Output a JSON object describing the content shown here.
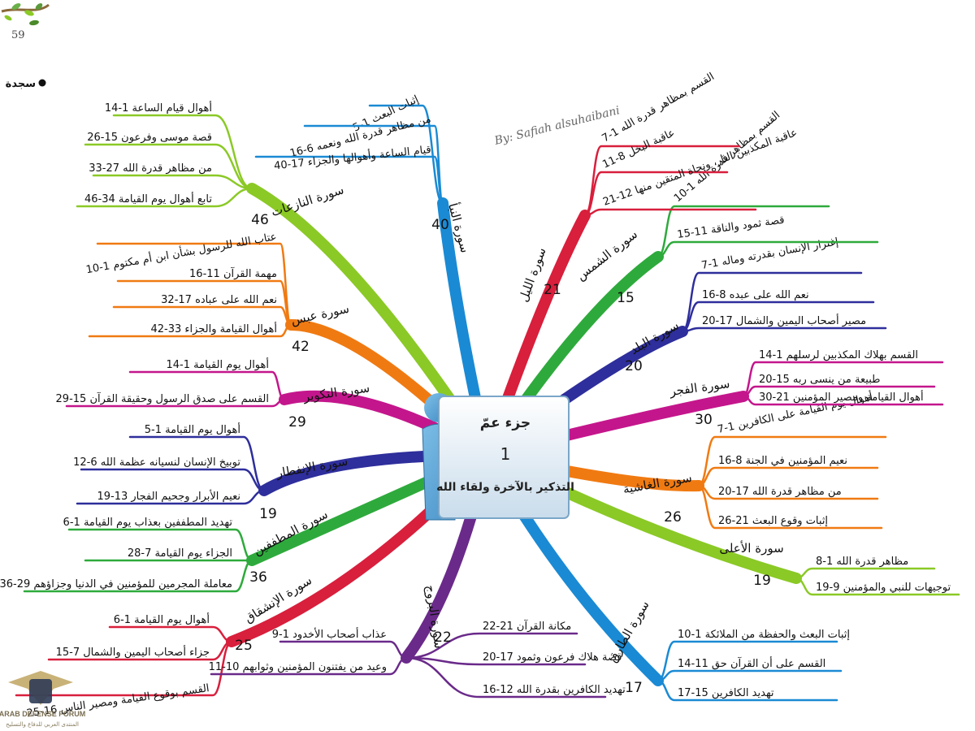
{
  "page_number": "59",
  "sajda_label": "سجدة",
  "author": "By: Safiah alsuhaibani",
  "logo_text": "ARAB DEFENSE FORUM",
  "logo_subtext": "المنتدى العربي للدفاع والتسليح",
  "center": {
    "title": "جزء عمّ",
    "number": "1",
    "subtitle": "التذكير بالآخرة ولقاء الله"
  },
  "branches": [
    {
      "name": "سورة النبأ",
      "number": "40",
      "color": "#1a8ad4",
      "items": [
        "إثبات البعث 1-5",
        "من مظاهر قدرة الله ونعمه 6-16",
        "قيام الساعة وأهوالها والجزاء 17-40"
      ]
    },
    {
      "name": "سورة النازعات",
      "number": "46",
      "color": "#8bc926",
      "items": [
        "أهوال قيام الساعة 1-14",
        "قصة موسى وفرعون 15-26",
        "من مظاهر قدرة الله 27-33",
        "تابع أهوال يوم القيامة 34-46"
      ]
    },
    {
      "name": "سورة عبس",
      "number": "42",
      "color": "#f07a12",
      "items": [
        "عتاب الله للرسول بشأن ابن أم مكتوم 1-10",
        "مهمة القرآن 11-16",
        "نعم الله على عباده 17-32",
        "أهوال القيامة والجزاء 33-42"
      ]
    },
    {
      "name": "سورة التكوير",
      "number": "29",
      "color": "#c4168c",
      "items": [
        "أهوال يوم القيامة 1-14",
        "القسم على صدق الرسول وحقيقة القرآن 15-29"
      ]
    },
    {
      "name": "سورة الإنفطار",
      "number": "19",
      "color": "#2e2e9c",
      "items": [
        "أهوال يوم القيامة 1-5",
        "توبيخ الإنسان لنسيانه عظمة الله 6-12",
        "نعيم الأبرار وجحيم الفجار 13-19"
      ]
    },
    {
      "name": "سورة المطففين",
      "number": "36",
      "color": "#2eaa3c",
      "items": [
        "تهديد المطففين بعذاب يوم القيامة 1-6",
        "الجزاء يوم القيامة 7-28",
        "معاملة المجرمين للمؤمنين في الدنيا وجزاؤهم 29-36"
      ]
    },
    {
      "name": "سورة الإنشقاق",
      "number": "25",
      "color": "#d81f3c",
      "items": [
        "أهوال يوم القيامة 1-6",
        "جزاء أصحاب اليمين والشمال 7-15",
        "القسم بوقوع القيامة ومصير الناس 16-25"
      ]
    },
    {
      "name": "سورة البروج",
      "number": "22",
      "color": "#6a2a8a",
      "items": [
        "عذاب أصحاب الأخدود 1-9",
        "وعيد من يفتنون المؤمنين وثوابهم 10-11",
        "مكانة القرآن 21-22",
        "قصة هلاك فرعون وثمود 17-20",
        "تهديد الكافرين بقدرة الله 12-16"
      ]
    },
    {
      "name": "سورة الطارق",
      "number": "17",
      "color": "#1a8ad4",
      "items": [
        "إثبات البعث والحفظة من الملائكة 1-10",
        "القسم على أن القرآن حق 11-14",
        "تهديد الكافرين 15-17"
      ]
    },
    {
      "name": "سورة الأعلى",
      "number": "19",
      "color": "#8bc926",
      "items": [
        "مظاهر قدرة الله 1-8",
        "توجيهات للنبي والمؤمنين 9-19"
      ]
    },
    {
      "name": "سورة الغاشية",
      "number": "26",
      "color": "#f07a12",
      "items": [
        "أهوال يوم القيامة على الكافرين 1-7",
        "نعيم المؤمنين في الجنة 8-16",
        "من مظاهر قدرة الله 17-20",
        "إثبات وقوع البعث 21-26"
      ]
    },
    {
      "name": "سورة الفجر",
      "number": "30",
      "color": "#c4168c",
      "items": [
        "القسم بهلاك المكذبين لرسلهم 1-14",
        "طبيعة من ينسى ربه 15-20",
        "أهوال القيامة ومصير المؤمنين 21-30"
      ]
    },
    {
      "name": "سورة البلد",
      "number": "20",
      "color": "#2e2e9c",
      "items": [
        "إغترار الإنسان بقدرته وماله 1-7",
        "نعم الله على عبده 8-16",
        "مصير أصحاب اليمين والشمال 17-20"
      ]
    },
    {
      "name": "سورة الشمس",
      "number": "15",
      "color": "#2eaa3c",
      "items": [
        "القسم بمظاهر قدرة الله 1-10",
        "قصة ثمود والناقة 11-15"
      ]
    },
    {
      "name": "سورة الليل",
      "number": "21",
      "color": "#d81f3c",
      "items": [
        "القسم بمظاهر قدرة الله 1-7",
        "عاقبة البخل 8-11",
        "عاقبة المكذبين النار، ونجاة المتقين منها 12-21"
      ]
    }
  ]
}
